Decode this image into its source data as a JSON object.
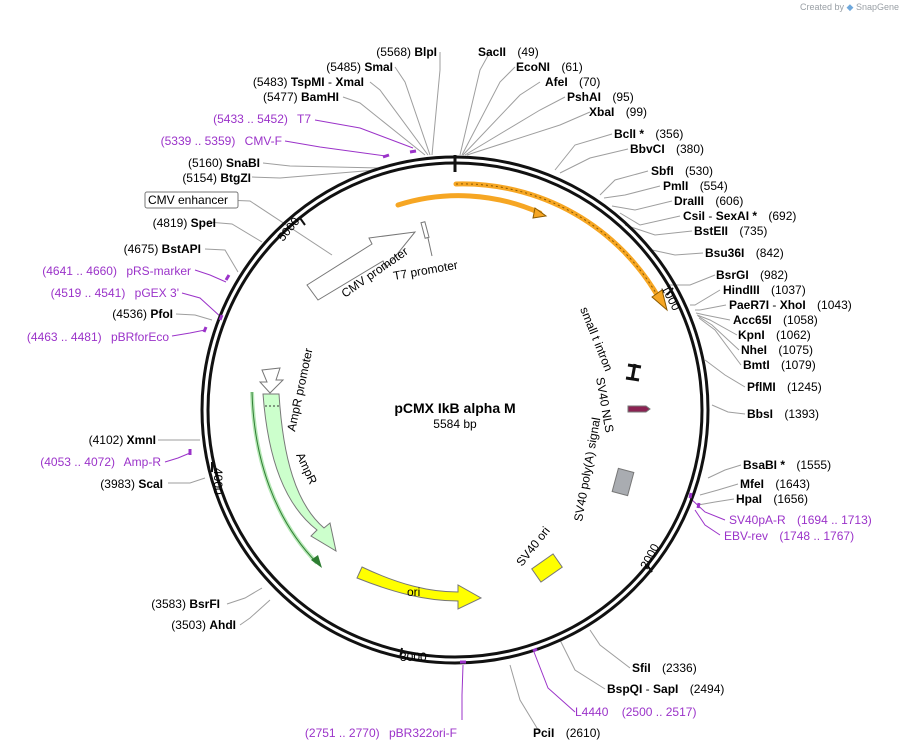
{
  "credit": {
    "prefix": "Created by",
    "brand": "SnapGene"
  },
  "plasmid": {
    "name": "pCMX IkB alpha M",
    "length_label": "5584 bp"
  },
  "ticks": [
    "1000",
    "2000",
    "3000",
    "4000",
    "5000"
  ],
  "enzymes_top_left": [
    {
      "pos": "(5568)",
      "name": "BlpI"
    },
    {
      "pos": "(5485)",
      "name": "SmaI"
    },
    {
      "pos": "(5483)",
      "name": "TspMI",
      "name2": "XmaI"
    },
    {
      "pos": "(5477)",
      "name": "BamHI"
    },
    {
      "pos": "(5160)",
      "name": "SnaBI"
    },
    {
      "pos": "(5154)",
      "name": "BtgZI"
    },
    {
      "pos": "(4819)",
      "name": "SpeI"
    },
    {
      "pos": "(4675)",
      "name": "BstAPI"
    },
    {
      "pos": "(4536)",
      "name": "PfoI"
    },
    {
      "pos": "(4102)",
      "name": "XmnI"
    },
    {
      "pos": "(3983)",
      "name": "ScaI"
    },
    {
      "pos": "(3583)",
      "name": "BsrFI"
    },
    {
      "pos": "(3503)",
      "name": "AhdI"
    }
  ],
  "enzymes_right": [
    {
      "name": "SacII",
      "pos": "(49)"
    },
    {
      "name": "EcoNI",
      "pos": "(61)"
    },
    {
      "name": "AfeI",
      "pos": "(70)"
    },
    {
      "name": "PshAI",
      "pos": "(95)"
    },
    {
      "name": "XbaI",
      "pos": "(99)"
    },
    {
      "name": "BclI *",
      "pos": "(356)"
    },
    {
      "name": "BbvCI",
      "pos": "(380)"
    },
    {
      "name": "SbfI",
      "pos": "(530)"
    },
    {
      "name": "PmlI",
      "pos": "(554)"
    },
    {
      "name": "DraIII",
      "pos": "(606)"
    },
    {
      "name": "CsiI",
      "name2": "SexAI *",
      "pos": "(692)"
    },
    {
      "name": "BstEII",
      "pos": "(735)"
    },
    {
      "name": "Bsu36I",
      "pos": "(842)"
    },
    {
      "name": "BsrGI",
      "pos": "(982)"
    },
    {
      "name": "HindIII",
      "pos": "(1037)"
    },
    {
      "name": "PaeR7I",
      "name2": "XhoI",
      "pos": "(1043)"
    },
    {
      "name": "Acc65I",
      "pos": "(1058)"
    },
    {
      "name": "KpnI",
      "pos": "(1062)"
    },
    {
      "name": "NheI",
      "pos": "(1075)"
    },
    {
      "name": "BmtI",
      "pos": "(1079)"
    },
    {
      "name": "PflMI",
      "pos": "(1245)"
    },
    {
      "name": "BbsI",
      "pos": "(1393)"
    },
    {
      "name": "BsaBI *",
      "pos": "(1555)"
    },
    {
      "name": "MfeI",
      "pos": "(1643)"
    },
    {
      "name": "HpaI",
      "pos": "(1656)"
    },
    {
      "name": "SfiI",
      "pos": "(2336)"
    },
    {
      "name": "BspQI",
      "name2": "SapI",
      "pos": "(2494)"
    },
    {
      "name": "PciI",
      "pos": "(2610)"
    }
  ],
  "primers": [
    {
      "range": "(5433 .. 5452)",
      "name": "T7"
    },
    {
      "range": "(5339 .. 5359)",
      "name": "CMV-F"
    },
    {
      "range": "(4641 .. 4660)",
      "name": "pRS-marker"
    },
    {
      "range": "(4519 .. 4541)",
      "name": "pGEX 3'"
    },
    {
      "range": "(4463 .. 4481)",
      "name": "pBRforEco"
    },
    {
      "range": "(4053 .. 4072)",
      "name": "Amp-R"
    },
    {
      "name": "SV40pA-R",
      "range": "(1694 .. 1713)"
    },
    {
      "name": "EBV-rev",
      "range": "(1748 .. 1767)"
    },
    {
      "name": "L4440",
      "range": "(2500 .. 2517)"
    },
    {
      "range": "(2751 .. 2770)",
      "name": "pBR322ori-F"
    }
  ],
  "features": {
    "cmv_enhancer": "CMV enhancer",
    "cmv_promoter": "CMV promoter",
    "t7_promoter": "T7 promoter",
    "small_t_intron": "small t intron",
    "sv40_nls": "SV40 NLS",
    "sv40_polya": "SV40 poly(A) signal",
    "sv40_ori": "SV40 ori",
    "ori": "ori",
    "ampr_promoter": "AmpR promoter",
    "ampr": "AmpR"
  },
  "colors": {
    "ring": "#111111",
    "leader": "#9e9e9e",
    "primer": "#9b33c9",
    "orf": "#f6a623",
    "ori": "#ffff00",
    "ampr": "#ccffcc",
    "polya": "#a9acb1",
    "nls": "#8b2252"
  }
}
